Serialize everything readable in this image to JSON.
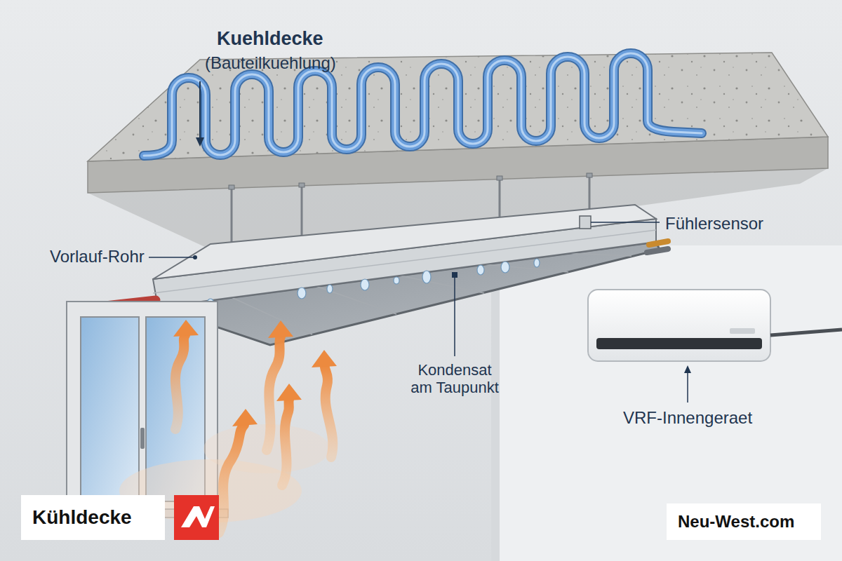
{
  "diagram": {
    "nodes": [
      {
        "text": [
          "Kühldecke"
        ]
      },
      {
        "text": [
          "Neu-West.com"
        ]
      }
    ],
    "labels": [
      "Kuehldecke",
      "(Bauteilkuehlung)",
      "Vorlauf-Rohr",
      "Fühlersensor",
      "Kondensat am Taupunkt",
      "VRF-Innengeraet"
    ]
  }
}
